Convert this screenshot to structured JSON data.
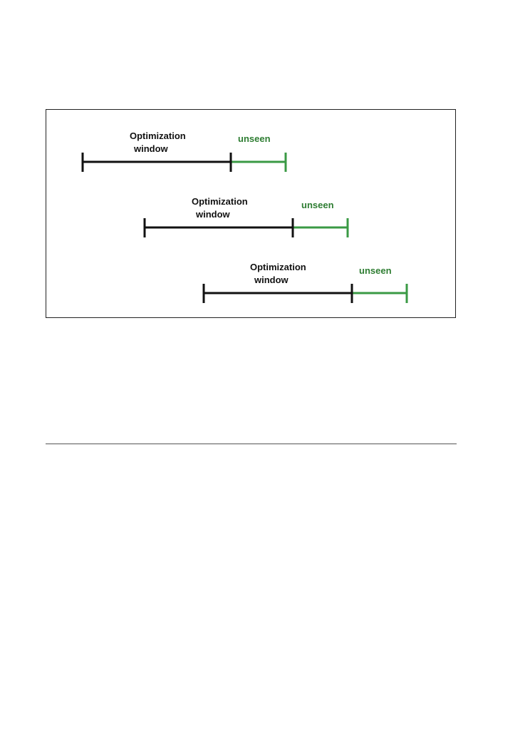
{
  "diagram": {
    "colors": {
      "window_line": "#111111",
      "unseen_line": "#3a9a44",
      "unseen_text": "#2e7d32"
    },
    "rows": [
      {
        "window_label_line1": "Optimization",
        "window_label_line2": "window",
        "unseen_label": "unseen"
      },
      {
        "window_label_line1": "Optimization",
        "window_label_line2": "window",
        "unseen_label": "unseen"
      },
      {
        "window_label_line1": "Optimization",
        "window_label_line2": "window",
        "unseen_label": "unseen"
      }
    ]
  }
}
